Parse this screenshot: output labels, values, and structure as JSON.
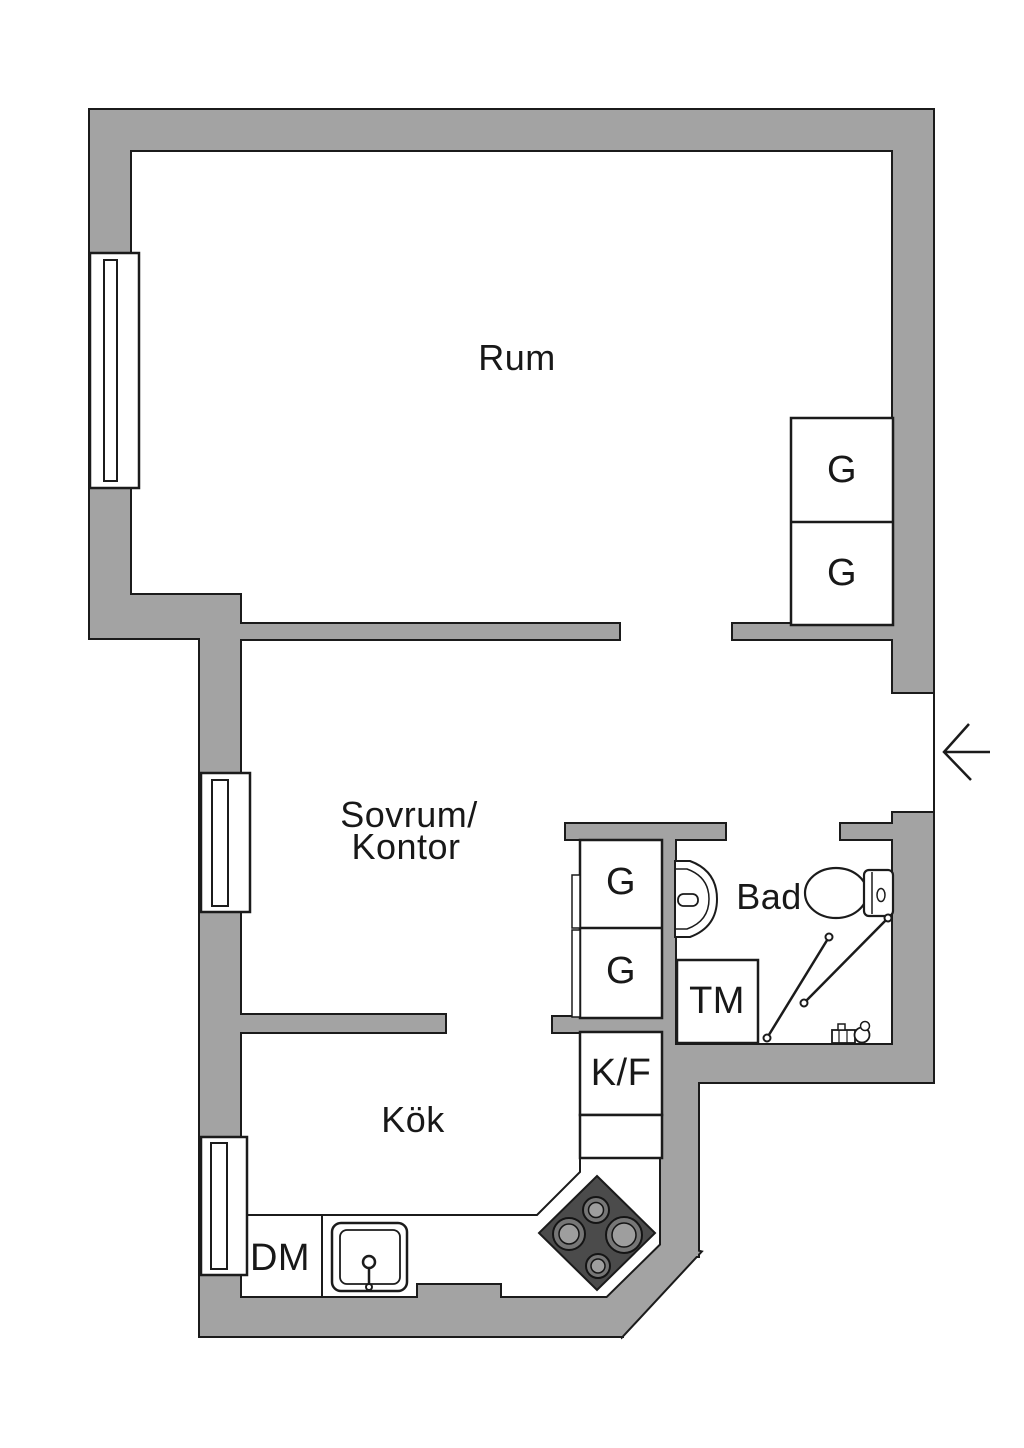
{
  "title": "Apartment floor plan",
  "colors": {
    "background": "#ffffff",
    "wall": "#a3a3a3",
    "outline": "#1b1b1b",
    "stove": "#4b4b4b",
    "burner_ring": "#767676",
    "burner_center": "#9e9e9e"
  },
  "rooms": {
    "rum": {
      "label": "Rum"
    },
    "sovrum": {
      "label_line1": "Sovrum/",
      "label_line2": "Kontor"
    },
    "kok": {
      "label": "Kök"
    },
    "bad": {
      "label": "Bad"
    }
  },
  "fixtures": {
    "closet_rum_top": "G",
    "closet_rum_bottom": "G",
    "closet_hall_top": "G",
    "closet_hall_bottom": "G",
    "fridge_freezer": "K/F",
    "washing_machine": "TM",
    "dishwasher": "DM"
  }
}
